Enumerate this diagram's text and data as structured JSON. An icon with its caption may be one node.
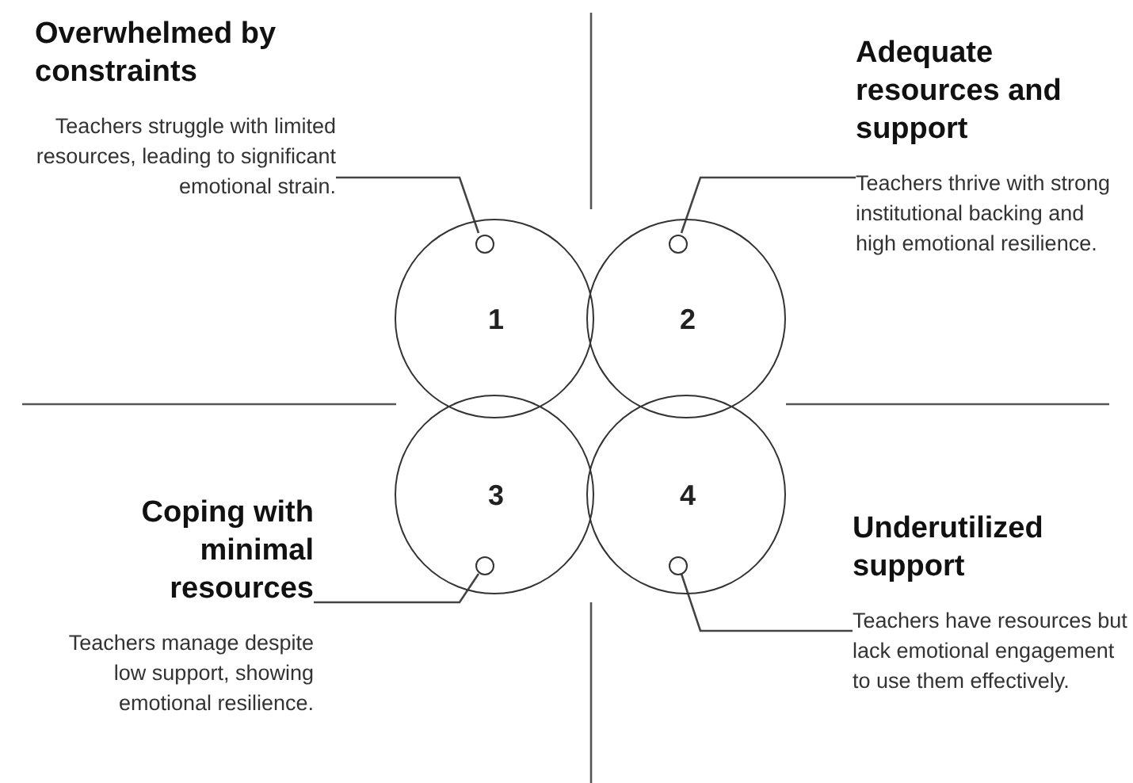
{
  "diagram": {
    "nodes": [
      {
        "text": [
          "Overwhelmed by constraints",
          "Teachers struggle with limited resources, leading to significant emotional strain."
        ]
      },
      {
        "text": [
          "Adequate resources and support",
          "Teachers thrive with strong institutional backing and high emotional resilience."
        ]
      },
      {
        "text": [
          "1"
        ]
      },
      {
        "text": [
          "2"
        ]
      },
      {
        "text": [],
        "shape": "circle",
        "in": 2
      },
      {
        "text": [],
        "shape": "circle",
        "in": 3
      },
      {
        "text": [
          "Coping with minimal resources",
          "Teachers manage despite low support, showing emotional resilience."
        ]
      },
      {
        "text": [
          "Underutilized support",
          "Teachers have resources but lack emotional engagement to use them effectively."
        ]
      },
      {
        "text": [
          "3"
        ]
      },
      {
        "text": [
          "4"
        ]
      },
      {
        "text": [],
        "shape": "circle",
        "in": 8
      },
      {
        "text": [],
        "shape": "circle",
        "in": 9
      }
    ],
    "edges": [
      {
        "from": 0,
        "to": 4,
        "arrow": "none"
      },
      {
        "from": 1,
        "to": 5,
        "arrow": "none"
      },
      {
        "from": 6,
        "to": 10,
        "arrow": "none"
      },
      {
        "from": 7,
        "to": 11,
        "arrow": "none"
      }
    ]
  }
}
